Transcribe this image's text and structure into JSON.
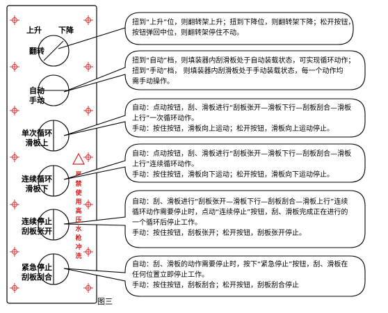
{
  "panel": {
    "top_labels": {
      "up": "上升",
      "down": "下降"
    },
    "buttons": [
      {
        "label_lines": [
          "翻转"
        ]
      },
      {
        "label_lines": [
          "自动",
          "手动"
        ]
      },
      {
        "label_lines": [
          "单次循环",
          "滑板上"
        ]
      },
      {
        "label_lines": [
          "连续循环",
          "滑板下"
        ]
      },
      {
        "label_lines": [
          "连续停止",
          "刮板张开"
        ]
      },
      {
        "label_lines": [
          "紧急停止",
          "刮板刮合"
        ]
      }
    ],
    "warning_text": "严禁使用高压水枪冲洗",
    "caption": "图三"
  },
  "callouts": [
    {
      "lines": [
        "扭到“上升”位，则翻转架上升；扭到下降位，则翻转架下降；松开按钮，",
        "按钮弹回中位，则翻转架停住不动。"
      ]
    },
    {
      "lines": [
        "扭到“自动”档，则填装器内刮滑板处于自动装载状态，可实现循环动作；",
        "扭到“手动”档，  则填装器内刮滑板处于手动装载状态，每一个动作均",
        "需手动操作。"
      ]
    },
    {
      "lines": [
        "自动：点动按钮，刮、滑板进行“刮板张开—滑板下行—刮板刮合—滑板",
        "上行”一次循环动作。",
        "手动：按住按钮，滑板向上运动；松开按钮，滑板向上运动停止。"
      ]
    },
    {
      "lines": [
        "自动：点动按钮，刮、滑板进行“刮板张开—滑板下行—刮板刮合—滑板",
        "上行”连续循环动作。",
        "手动：按住按钮，滑板向下运动；松开按钮，滑板向下运动停止。"
      ]
    },
    {
      "lines": [
        "自动：刮、滑板进行“刮板张开—滑板下行—刮板刮合—滑板上行”连续",
        "循环动作需要停止时，点动“连续停止”按钮，刮、滑板完成正在进行的",
        "一个循环后停止工作。",
        "手动：按住按钮，刮板张开；松开按钮，刮板张开停止。"
      ]
    },
    {
      "lines": [
        "自动：刮、滑板的动作需要停止时，按下“紧急停止”按钮，刮、滑板在",
        "任何位置立即停止工作。",
        "手动：按住按钮，刮板刮合；松开按钮，刮板刮合停止"
      ]
    }
  ],
  "colors": {
    "outline": "#000000",
    "crosshair": "#d42020",
    "warning": "#d42020"
  }
}
